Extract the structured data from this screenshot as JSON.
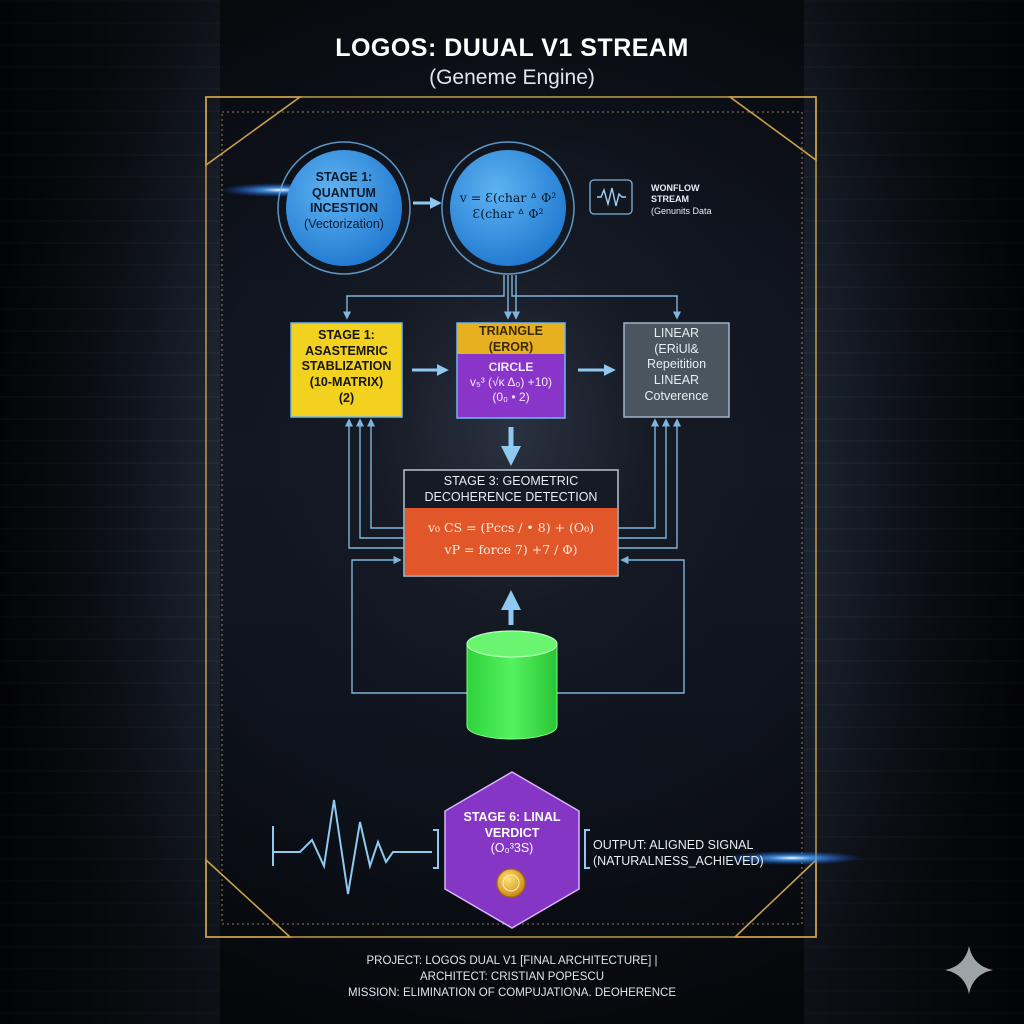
{
  "header": {
    "title": "LOGOS: DUUAL V1 STREAM",
    "subtitle": "(Geneme Engine)"
  },
  "stage_quantum": {
    "line1": "STAGE 1:",
    "line2": "QUANTUM",
    "line3": "INCESTION",
    "line4": "(Vectorization)"
  },
  "equation_circle": {
    "line1": "v = Ɛ(char ᐞ Φ²",
    "line2": "Ɛ(char ᐞ Φ²"
  },
  "workflow": {
    "line1": "WONFLOW",
    "line2": "STREAM",
    "line3": "(Genunits Data",
    "icon": "dna-waveform-icon"
  },
  "stage_stabilization": {
    "line1": "STAGE 1:",
    "line2": "ASASTEMRIC",
    "line3": "STABLIZATION",
    "line4": "(10-MATRIX)",
    "line5": "(2)",
    "color": "#f2d21f"
  },
  "triangle_circle": {
    "head1": "TRIANGLE",
    "head2": "(EROR)",
    "body1": "CIRCLE",
    "body2": "v₅³ (√κ Δ₀) +10)",
    "body3": "(0₀ • 2)",
    "head_color": "#e6b020",
    "body_color": "#8a35c9"
  },
  "linear_box": {
    "line1": "LINEAR",
    "line2": "(ERiUl&",
    "line3": "Repeitition",
    "line4": "LINEAR",
    "line5": "Cotverence",
    "color": "#4b5560"
  },
  "decoherence": {
    "title1": "STAGE 3: GEOMETRIC",
    "title2": "DECOHERENCE DETECTION",
    "formula1": "v₀ CS = (Pccs / • 8) + (O₀)",
    "formula2": "vP = force 7) +7 / Φ)",
    "color": "#e2572a"
  },
  "database": {
    "icon": "database-cylinder-icon",
    "color": "#3ce64a"
  },
  "verdict": {
    "line1": "STAGE 6: LINAL",
    "line2": "VERDICT",
    "line3": "(O₀³3S)",
    "icon": "gold-seal-icon",
    "color": "#8636c4"
  },
  "signal": {
    "icon": "heartbeat-waveform-icon"
  },
  "output": {
    "line1": "OUTPUT: ALIGNED SIGNAL",
    "line2": "(NATURALNESS_ACHIEVED)"
  },
  "footer": {
    "line1": "PROJECT: LOGOS DUAL V1 [FINAL ARCHITECTURE] |",
    "line2": "ARCHITECT: CRISTIAN POPESCU",
    "line3": "MISSION: ELIMINATION OF COMPUJATIONA. DEOHERENCE"
  },
  "colors": {
    "frame_gold": "#c9a048",
    "blue_circle": "#2f8fe0",
    "connector": "#7fb4dc"
  },
  "watermark": {
    "icon": "sparkle-star-icon"
  }
}
